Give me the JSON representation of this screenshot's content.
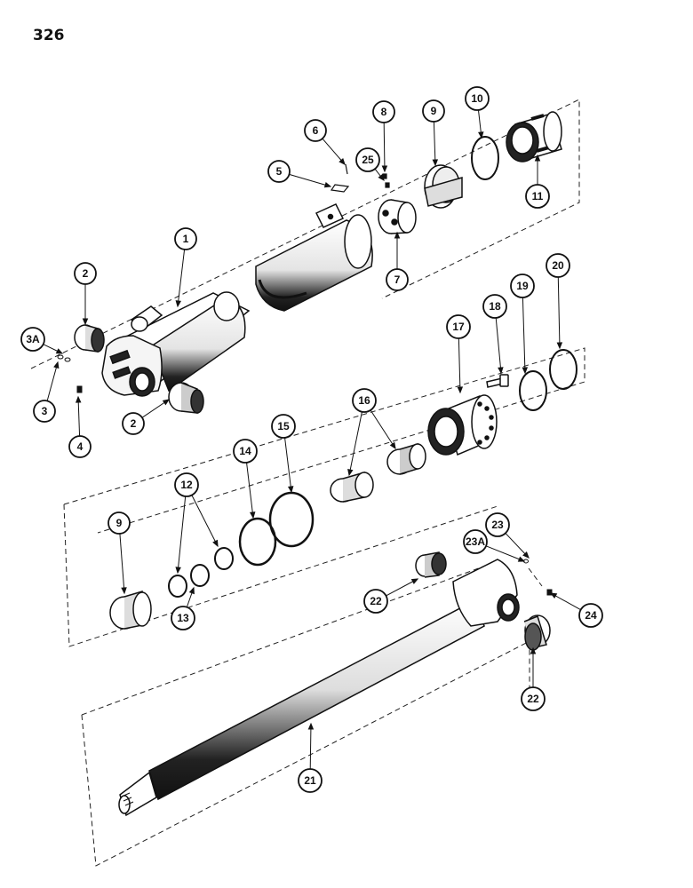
{
  "page": {
    "number": "326"
  },
  "callouts": [
    {
      "id": "c1",
      "label": "1"
    },
    {
      "id": "c2a",
      "label": "2"
    },
    {
      "id": "c2b",
      "label": "2"
    },
    {
      "id": "c3a",
      "label": "3A"
    },
    {
      "id": "c3",
      "label": "3"
    },
    {
      "id": "c4",
      "label": "4"
    },
    {
      "id": "c5",
      "label": "5"
    },
    {
      "id": "c6",
      "label": "6"
    },
    {
      "id": "c7",
      "label": "7"
    },
    {
      "id": "c8",
      "label": "8"
    },
    {
      "id": "c25",
      "label": "25"
    },
    {
      "id": "c9a",
      "label": "9"
    },
    {
      "id": "c10",
      "label": "10"
    },
    {
      "id": "c11",
      "label": "11"
    },
    {
      "id": "c17",
      "label": "17"
    },
    {
      "id": "c18",
      "label": "18"
    },
    {
      "id": "c19",
      "label": "19"
    },
    {
      "id": "c20",
      "label": "20"
    },
    {
      "id": "c16",
      "label": "16"
    },
    {
      "id": "c15",
      "label": "15"
    },
    {
      "id": "c14",
      "label": "14"
    },
    {
      "id": "c12",
      "label": "12"
    },
    {
      "id": "c13",
      "label": "13"
    },
    {
      "id": "c9b",
      "label": "9"
    },
    {
      "id": "c23",
      "label": "23"
    },
    {
      "id": "c23a",
      "label": "23A"
    },
    {
      "id": "c22a",
      "label": "22"
    },
    {
      "id": "c24",
      "label": "24"
    },
    {
      "id": "c22b",
      "label": "22"
    },
    {
      "id": "c21",
      "label": "21"
    }
  ],
  "colors": {
    "ink": "#111111",
    "paper": "#ffffff",
    "shade": "#555555"
  }
}
